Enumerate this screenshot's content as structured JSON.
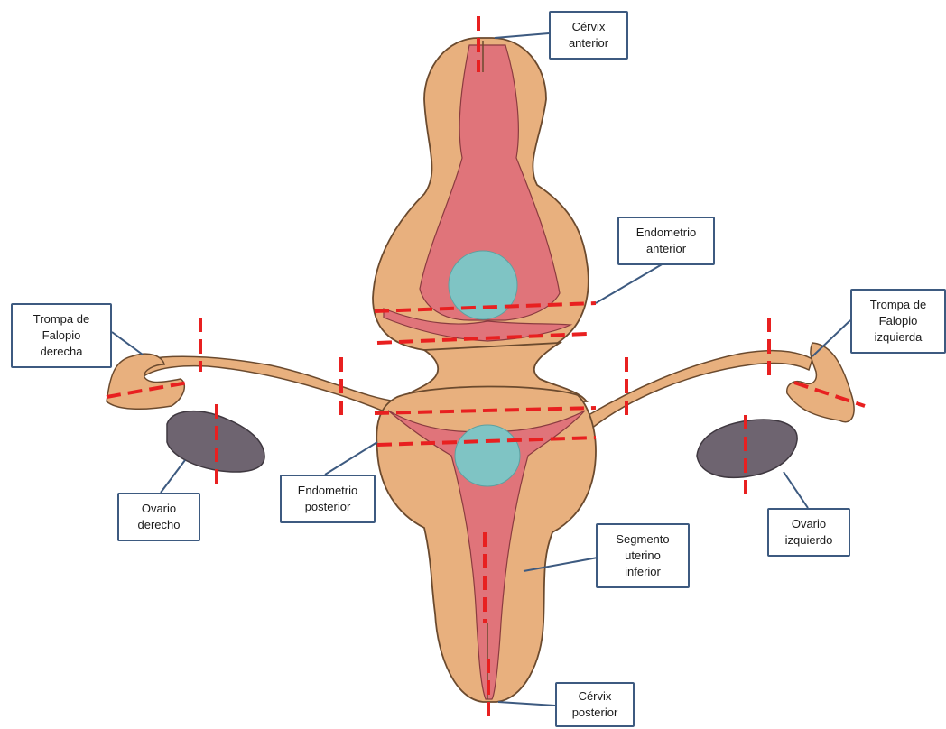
{
  "diagram": {
    "labels": {
      "cervix_anterior": "Cérvix\nanterior",
      "endometrio_anterior": "Endometrio\nanterior",
      "trompa_derecha": "Trompa de\nFalopio\nderecha",
      "trompa_izquierda": "Trompa de\nFalopio\nizquierda",
      "endometrio_posterior": "Endometrio\nposterior",
      "ovario_derecho": "Ovario\nderecho",
      "ovario_izquierdo": "Ovario\nizquierdo",
      "segmento_uterino_inferior": "Segmento\nuterino\ninferior",
      "cervix_posterior": "Cérvix\nposterior"
    },
    "colors": {
      "uterus": "#e8b07e",
      "uterus_outline": "#6b4a2e",
      "endometrium": "#e0747a",
      "lesion": "#7fc4c4",
      "ovary": "#6e6470",
      "cut_line": "#e82020",
      "connector": "#3d5a80",
      "box_border": "#3d5a80"
    }
  }
}
